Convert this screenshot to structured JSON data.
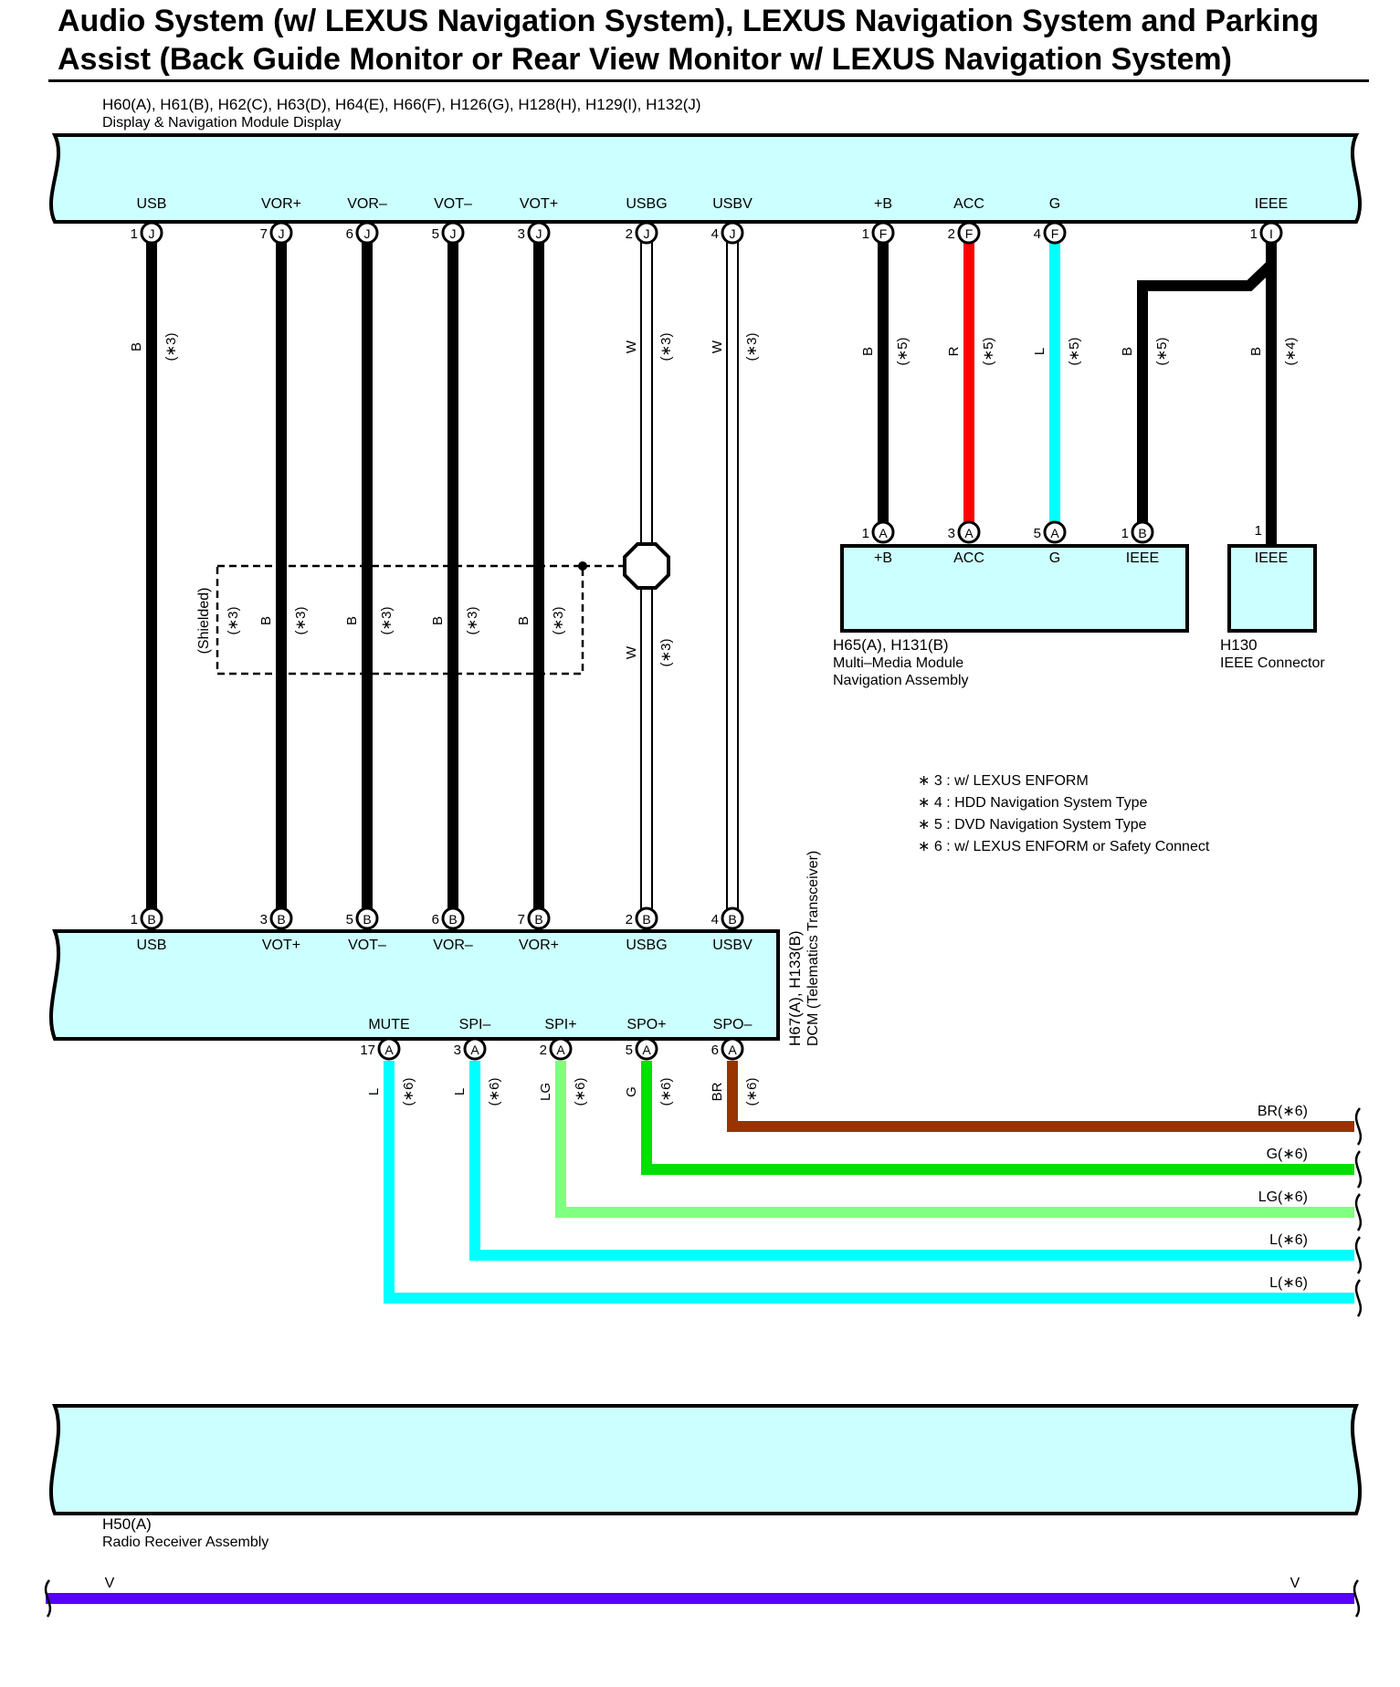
{
  "title": {
    "line1": "Audio System (w/ LEXUS Navigation System), LEXUS Navigation System and Parking",
    "line2": "Assist (Back Guide Monitor or Rear View Monitor w/ LEXUS Navigation System)"
  },
  "components": {
    "display": {
      "connectors": "H60(A), H61(B), H62(C), H63(D), H64(E), H66(F), H126(G), H128(H), H129(I), H132(J)",
      "name": "Display & Navigation Module Display",
      "pins": [
        {
          "num": "1",
          "conn": "J",
          "label": "USB"
        },
        {
          "num": "7",
          "conn": "J",
          "label": "VOR+"
        },
        {
          "num": "6",
          "conn": "J",
          "label": "VOR–"
        },
        {
          "num": "5",
          "conn": "J",
          "label": "VOT–"
        },
        {
          "num": "3",
          "conn": "J",
          "label": "VOT+"
        },
        {
          "num": "2",
          "conn": "J",
          "label": "USBG"
        },
        {
          "num": "4",
          "conn": "J",
          "label": "USBV"
        },
        {
          "num": "1",
          "conn": "F",
          "label": "+B"
        },
        {
          "num": "2",
          "conn": "F",
          "label": "ACC"
        },
        {
          "num": "4",
          "conn": "F",
          "label": "G"
        },
        {
          "num": "1",
          "conn": "I",
          "label": "IEEE"
        }
      ]
    },
    "multimedia": {
      "connectors": "H65(A), H131(B)",
      "name1": "Multi–Media Module",
      "name2": "Navigation Assembly",
      "pins": [
        {
          "num": "1",
          "conn": "A",
          "label": "+B"
        },
        {
          "num": "3",
          "conn": "A",
          "label": "ACC"
        },
        {
          "num": "5",
          "conn": "A",
          "label": "G"
        },
        {
          "num": "1",
          "conn": "B",
          "label": "IEEE"
        }
      ]
    },
    "ieee": {
      "connectors": "H130",
      "name": "IEEE Connector",
      "pins": [
        {
          "num": "1",
          "label": "IEEE"
        }
      ]
    },
    "dcm": {
      "connectors": "H67(A), H133(B)",
      "name": "DCM (Telematics Transceiver)",
      "top_pins": [
        {
          "num": "1",
          "conn": "B",
          "label": "USB"
        },
        {
          "num": "3",
          "conn": "B",
          "label": "VOT+"
        },
        {
          "num": "5",
          "conn": "B",
          "label": "VOT–"
        },
        {
          "num": "6",
          "conn": "B",
          "label": "VOR–"
        },
        {
          "num": "7",
          "conn": "B",
          "label": "VOR+"
        },
        {
          "num": "2",
          "conn": "B",
          "label": "USBG"
        },
        {
          "num": "4",
          "conn": "B",
          "label": "USBV"
        }
      ],
      "bottom_pins": [
        {
          "num": "17",
          "conn": "A",
          "label": "MUTE"
        },
        {
          "num": "3",
          "conn": "A",
          "label": "SPI–"
        },
        {
          "num": "2",
          "conn": "A",
          "label": "SPI+"
        },
        {
          "num": "5",
          "conn": "A",
          "label": "SPO+"
        },
        {
          "num": "6",
          "conn": "A",
          "label": "SPO–"
        }
      ]
    },
    "radio": {
      "connectors": "H50(A)",
      "name": "Radio Receiver Assembly"
    }
  },
  "wires": {
    "display_to_dcm": [
      {
        "color": "B",
        "note": "(∗3)",
        "hex": "#000000"
      },
      {
        "color": "B",
        "note": "",
        "hex": "#000000"
      },
      {
        "color": "B",
        "note": "",
        "hex": "#000000"
      },
      {
        "color": "B",
        "note": "",
        "hex": "#000000"
      },
      {
        "color": "B",
        "note": "",
        "hex": "#000000"
      },
      {
        "color": "W",
        "note": "(∗3)",
        "hex": "#ffffff"
      },
      {
        "color": "W",
        "note": "(∗3)",
        "hex": "#ffffff"
      }
    ],
    "shielded": {
      "label": "(Shielded)",
      "note": "(∗3)",
      "wires": [
        {
          "color": "B",
          "note": "(∗3)"
        },
        {
          "color": "B",
          "note": "(∗3)"
        },
        {
          "color": "B",
          "note": "(∗3)"
        },
        {
          "color": "B",
          "note": "(∗3)"
        }
      ],
      "ground": {
        "color": "W",
        "note": "(∗3)"
      }
    },
    "display_to_nav": [
      {
        "color": "B",
        "note": "(∗5)",
        "hex": "#000000"
      },
      {
        "color": "R",
        "note": "(∗5)",
        "hex": "#ff0000"
      },
      {
        "color": "L",
        "note": "(∗5)",
        "hex": "#00ffff"
      },
      {
        "color": "B",
        "note": "(∗5)",
        "hex": "#000000"
      },
      {
        "color": "B",
        "note": "(∗4)",
        "hex": "#000000"
      }
    ],
    "dcm_to_radio": [
      {
        "color": "L",
        "note": "(∗6)",
        "end_label": "L(∗6)",
        "hex": "#00ffff"
      },
      {
        "color": "L",
        "note": "(∗6)",
        "end_label": "L(∗6)",
        "hex": "#00ffff"
      },
      {
        "color": "LG",
        "note": "(∗6)",
        "end_label": "LG(∗6)",
        "hex": "#80ff80"
      },
      {
        "color": "G",
        "note": "(∗6)",
        "end_label": "G(∗6)",
        "hex": "#00e000"
      },
      {
        "color": "BR",
        "note": "(∗6)",
        "end_label": "BR(∗6)",
        "hex": "#993300"
      }
    ],
    "bottom_wire": {
      "left_label": "V",
      "right_label": "V",
      "hex": "#5500ff"
    }
  },
  "notes": [
    "∗ 3 : w/ LEXUS ENFORM",
    "∗ 4 : HDD Navigation System Type",
    "∗ 5 : DVD Navigation System Type",
    "∗ 6 : w/ LEXUS ENFORM or Safety Connect"
  ],
  "colors": {
    "component_fill": "#ccffff",
    "outline": "#000000"
  }
}
